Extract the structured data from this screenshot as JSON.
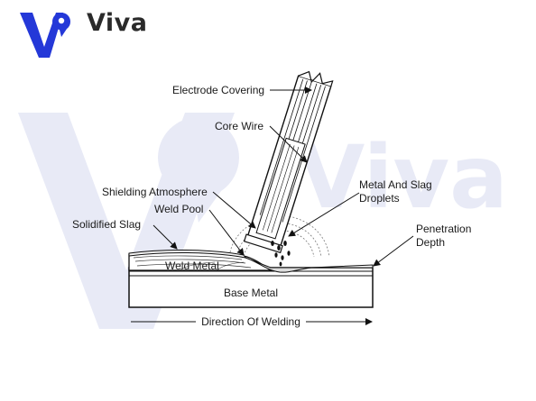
{
  "brand": {
    "name": "Viva",
    "colors": {
      "primary": "#2438d8",
      "watermark": "#e7e9f6"
    }
  },
  "labels": {
    "electrode_covering": "Electrode Covering",
    "core_wire": "Core Wire",
    "shielding_atmosphere": "Shielding Atmosphere",
    "weld_pool": "Weld Pool",
    "solidified_slag": "Solidified Slag",
    "metal_slag_line1": "Metal And Slag",
    "metal_slag_line2": "Droplets",
    "penetration_line1": "Penetration",
    "penetration_line2": "Depth",
    "weld_metal": "Weld Metal",
    "base_metal": "Base Metal",
    "direction": "Direction Of Welding"
  }
}
